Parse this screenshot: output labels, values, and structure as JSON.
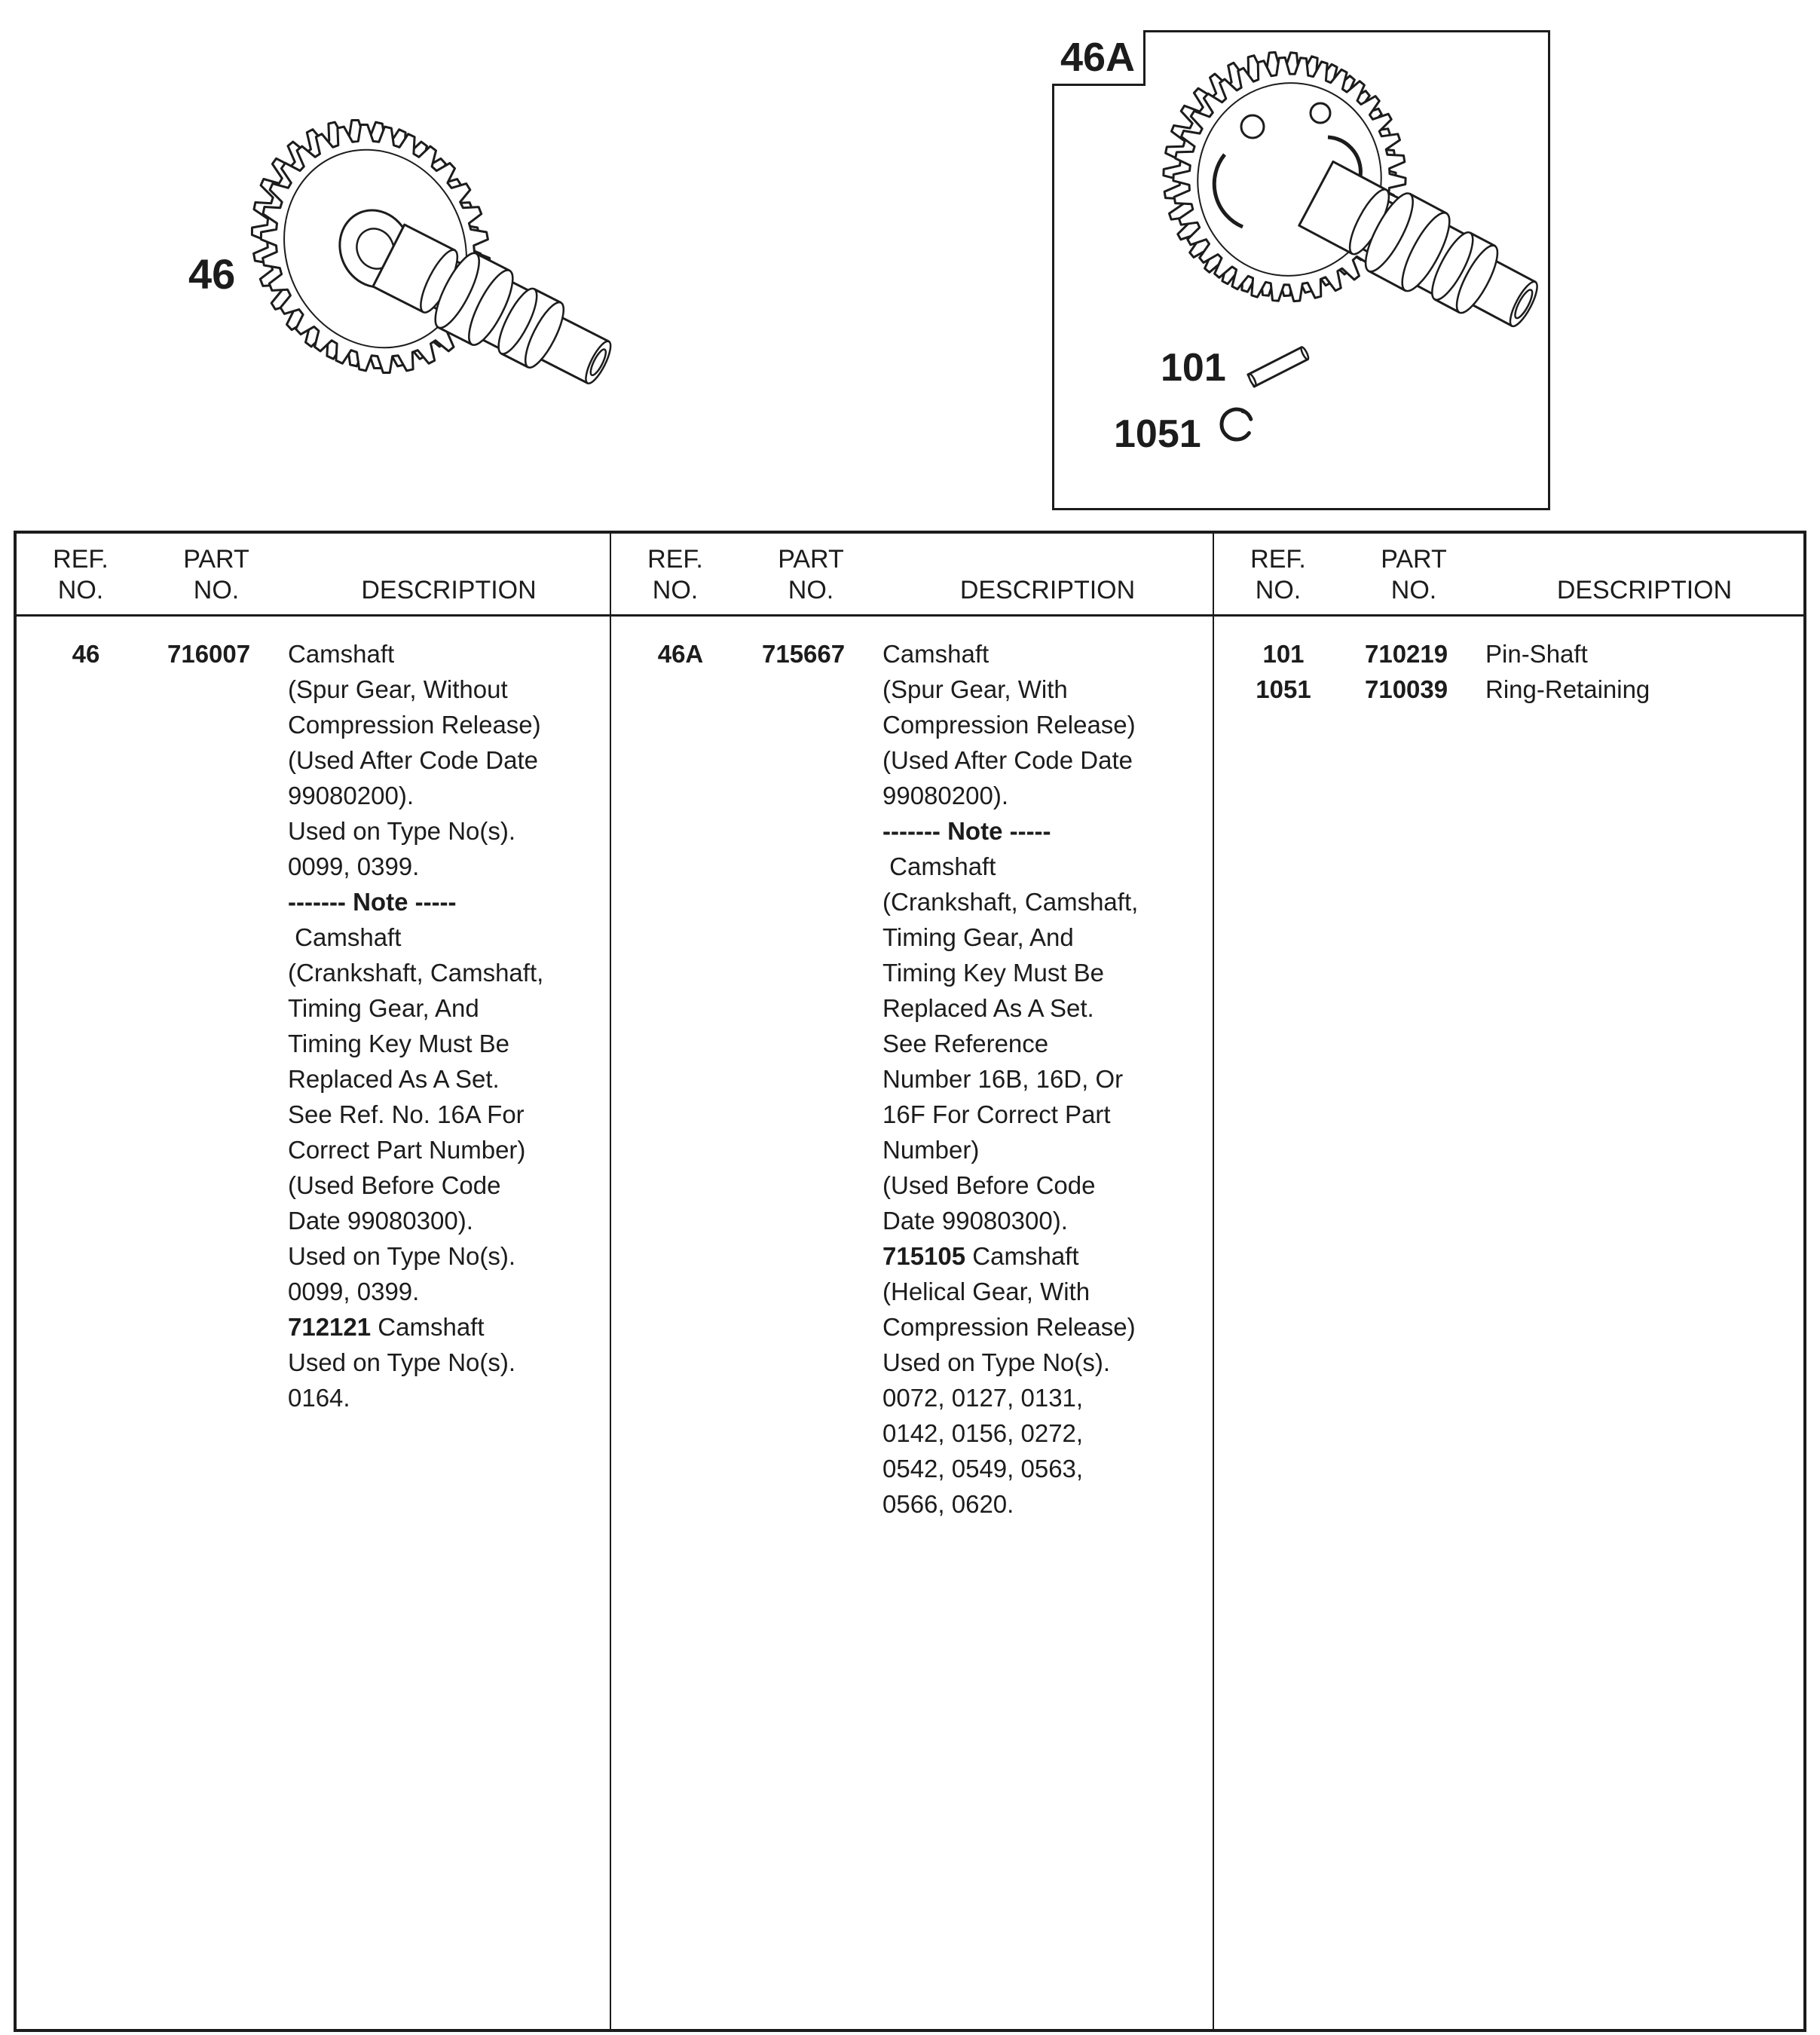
{
  "colors": {
    "ink": "#1c1c1c",
    "background": "#ffffff"
  },
  "diagram": {
    "main_label": "46",
    "main_illustration": "camshaft-spur-gear-without-compression-release",
    "inset": {
      "label": "46A",
      "illustration": "camshaft-spur-gear-with-compression-release",
      "pin": {
        "ref": "101",
        "icon": "pin-shaft-illustration"
      },
      "ring": {
        "ref": "1051",
        "icon": "retaining-ring-illustration"
      }
    }
  },
  "table": {
    "header": {
      "ref_line1": "REF.",
      "ref_line2": "NO.",
      "part_line1": "PART",
      "part_line2": "NO.",
      "description": "DESCRIPTION"
    },
    "columns": [
      {
        "entries": [
          {
            "ref": "46",
            "part": "716007",
            "lines": [
              [
                {
                  "t": "Camshaft"
                }
              ],
              [
                {
                  "t": "(Spur Gear, Without"
                }
              ],
              [
                {
                  "t": "Compression Release)"
                }
              ],
              [
                {
                  "t": "(Used After Code Date"
                }
              ],
              [
                {
                  "t": "99080200)."
                }
              ],
              [
                {
                  "t": "Used on Type No(s)."
                }
              ],
              [
                {
                  "t": "0099, 0399."
                }
              ],
              [
                {
                  "t": "------- Note -----",
                  "b": true
                }
              ],
              [
                {
                  "t": " Camshaft"
                }
              ],
              [
                {
                  "t": "(Crankshaft, Camshaft,"
                }
              ],
              [
                {
                  "t": "Timing Gear, And"
                }
              ],
              [
                {
                  "t": "Timing Key Must Be"
                }
              ],
              [
                {
                  "t": "Replaced As A Set."
                }
              ],
              [
                {
                  "t": "See Ref. No. 16A For"
                }
              ],
              [
                {
                  "t": "Correct Part Number)"
                }
              ],
              [
                {
                  "t": "(Used Before Code"
                }
              ],
              [
                {
                  "t": "Date 99080300)."
                }
              ],
              [
                {
                  "t": "Used on Type No(s)."
                }
              ],
              [
                {
                  "t": "0099, 0399."
                }
              ],
              [
                {
                  "t": "712121",
                  "b": true
                },
                {
                  "t": " Camshaft"
                }
              ],
              [
                {
                  "t": "Used on Type No(s)."
                }
              ],
              [
                {
                  "t": "0164."
                }
              ]
            ]
          }
        ]
      },
      {
        "entries": [
          {
            "ref": "46A",
            "part": "715667",
            "lines": [
              [
                {
                  "t": "Camshaft"
                }
              ],
              [
                {
                  "t": "(Spur Gear, With"
                }
              ],
              [
                {
                  "t": "Compression Release)"
                }
              ],
              [
                {
                  "t": "(Used After Code Date"
                }
              ],
              [
                {
                  "t": "99080200)."
                }
              ],
              [
                {
                  "t": "------- Note -----",
                  "b": true
                }
              ],
              [
                {
                  "t": " Camshaft"
                }
              ],
              [
                {
                  "t": "(Crankshaft, Camshaft,"
                }
              ],
              [
                {
                  "t": "Timing Gear, And"
                }
              ],
              [
                {
                  "t": "Timing Key Must Be"
                }
              ],
              [
                {
                  "t": "Replaced As A Set."
                }
              ],
              [
                {
                  "t": "See Reference"
                }
              ],
              [
                {
                  "t": "Number 16B, 16D, Or"
                }
              ],
              [
                {
                  "t": "16F For Correct Part"
                }
              ],
              [
                {
                  "t": "Number)"
                }
              ],
              [
                {
                  "t": "(Used Before Code"
                }
              ],
              [
                {
                  "t": "Date 99080300)."
                }
              ],
              [
                {
                  "t": "715105",
                  "b": true
                },
                {
                  "t": " Camshaft"
                }
              ],
              [
                {
                  "t": "(Helical Gear, With"
                }
              ],
              [
                {
                  "t": "Compression Release)"
                }
              ],
              [
                {
                  "t": "Used on Type No(s)."
                }
              ],
              [
                {
                  "t": "0072, 0127, 0131,"
                }
              ],
              [
                {
                  "t": "0142, 0156, 0272,"
                }
              ],
              [
                {
                  "t": "0542, 0549, 0563,"
                }
              ],
              [
                {
                  "t": "0566, 0620."
                }
              ]
            ]
          }
        ]
      },
      {
        "entries": [
          {
            "ref": "101",
            "part": "710219",
            "lines": [
              [
                {
                  "t": "Pin-Shaft"
                }
              ]
            ]
          },
          {
            "ref": "1051",
            "part": "710039",
            "lines": [
              [
                {
                  "t": "Ring-Retaining"
                }
              ]
            ]
          }
        ]
      }
    ]
  }
}
